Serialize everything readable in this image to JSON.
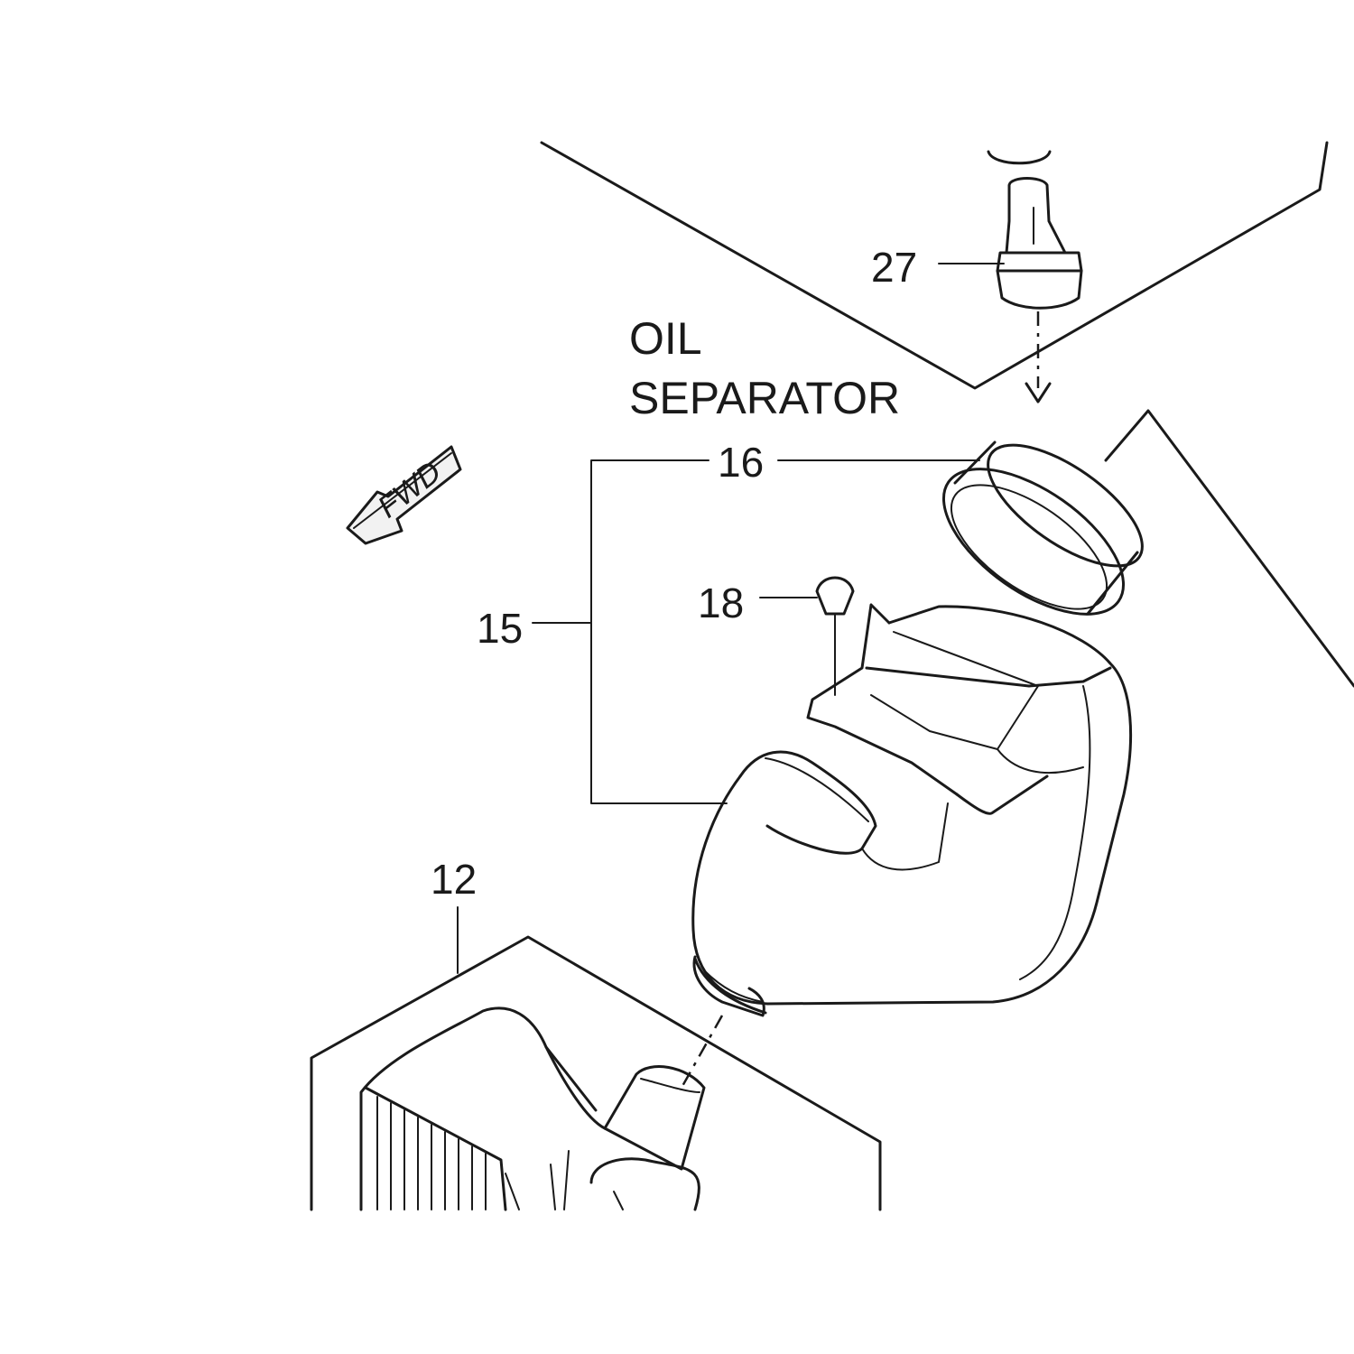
{
  "caption": {
    "line1": "OIL",
    "line2": "SEPARATOR"
  },
  "callouts": {
    "c27": "27",
    "c16": "16",
    "c15": "15",
    "c18": "18",
    "c12": "12"
  },
  "arrow": {
    "text": "FWD",
    "icon": "forward-arrow-icon"
  }
}
